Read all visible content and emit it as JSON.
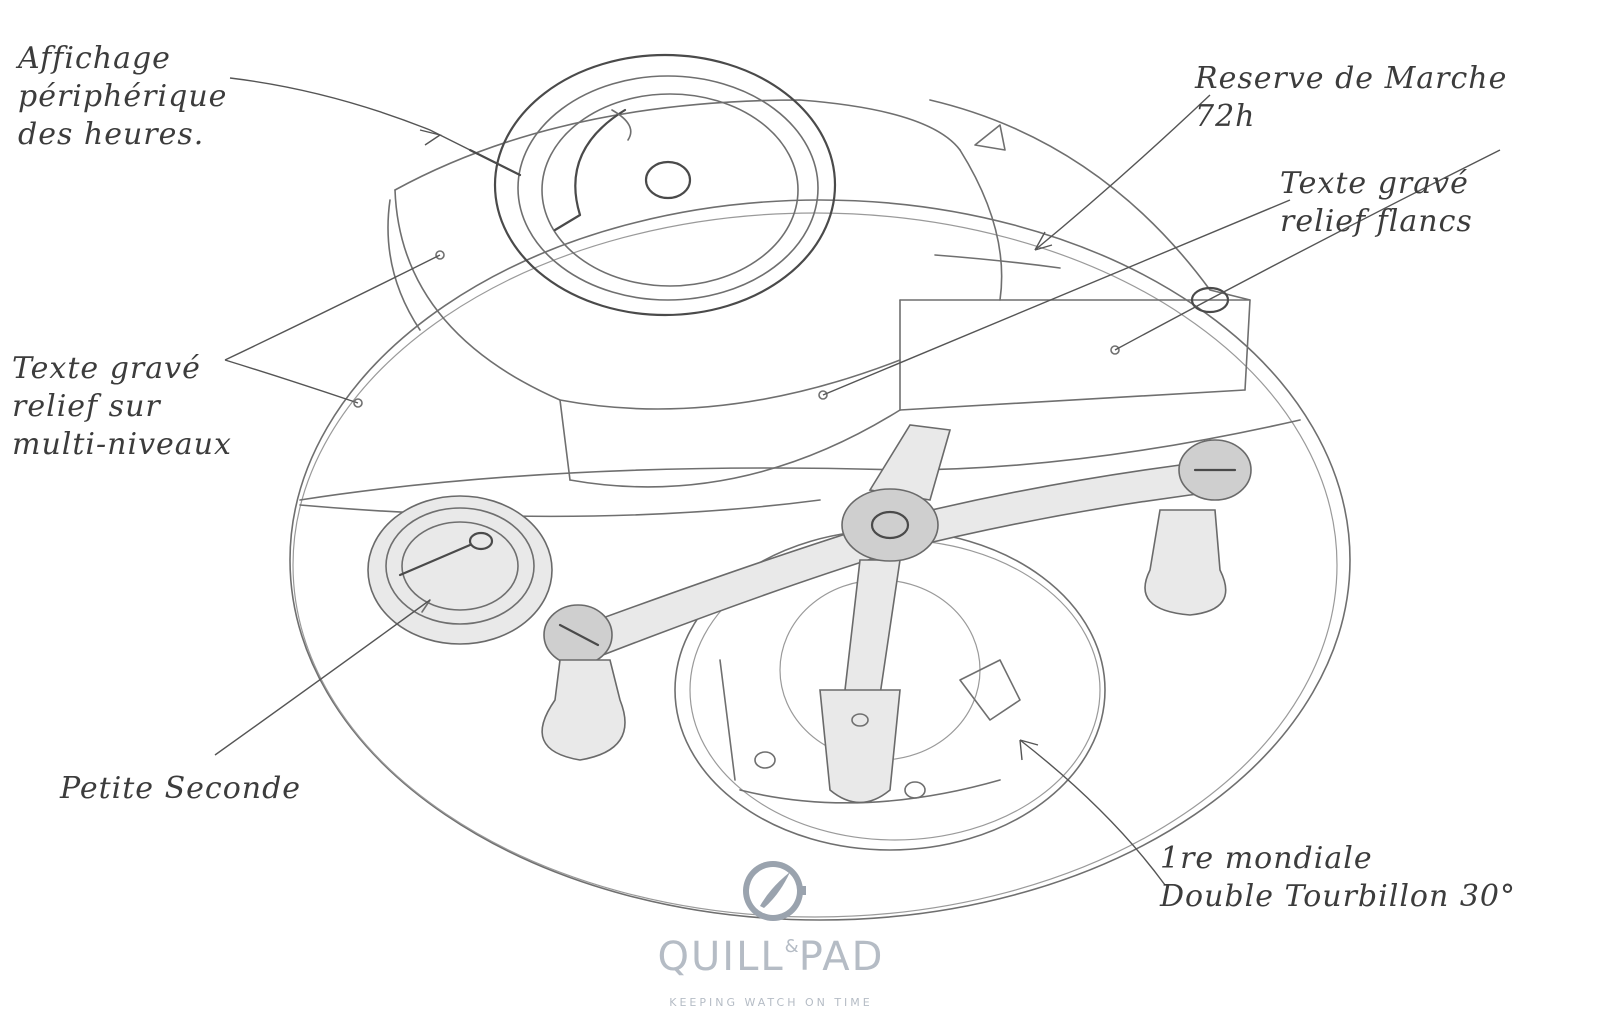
{
  "annotations": {
    "affichage": "Affichage\npériphérique\ndes heures.",
    "reserve": "Reserve de Marche\n72h",
    "texte_flancs": "Texte gravé\nrelief flancs",
    "texte_multi": "Texte gravé\nrelief sur\nmulti-niveaux",
    "petite_seconde": "Petite Seconde",
    "tourbillon": "1re mondiale\nDouble Tourbillon 30°"
  },
  "logo": {
    "name_left": "QUILL",
    "name_amp": "&",
    "name_right": "PAD",
    "tagline": "KEEPING WATCH ON TIME"
  }
}
